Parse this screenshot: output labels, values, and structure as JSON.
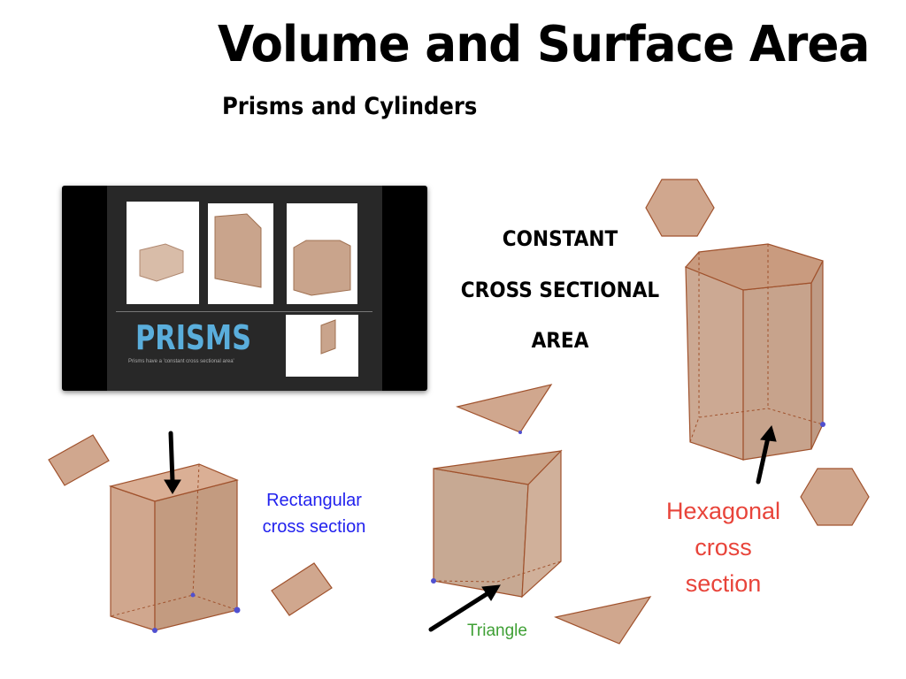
{
  "title": "Volume and Surface Area",
  "subtitle": "Prisms and Cylinders",
  "constant_text": [
    "CONSTANT",
    "CROSS SECTIONAL",
    "AREA"
  ],
  "embedded_slide": {
    "heading": "PRISMS",
    "caption": "Prisms have a 'constant cross sectional area'"
  },
  "labels": {
    "rectangular": [
      "Rectangular",
      "cross section"
    ],
    "triangle": "Triangle",
    "hexagonal": [
      "Hexagonal",
      "cross",
      "section"
    ]
  },
  "colors": {
    "face": "#c8987a",
    "edge": "#a0522d",
    "blue_label": "#2222ee",
    "red_label": "#e8443a",
    "green_label": "#3fa035"
  }
}
